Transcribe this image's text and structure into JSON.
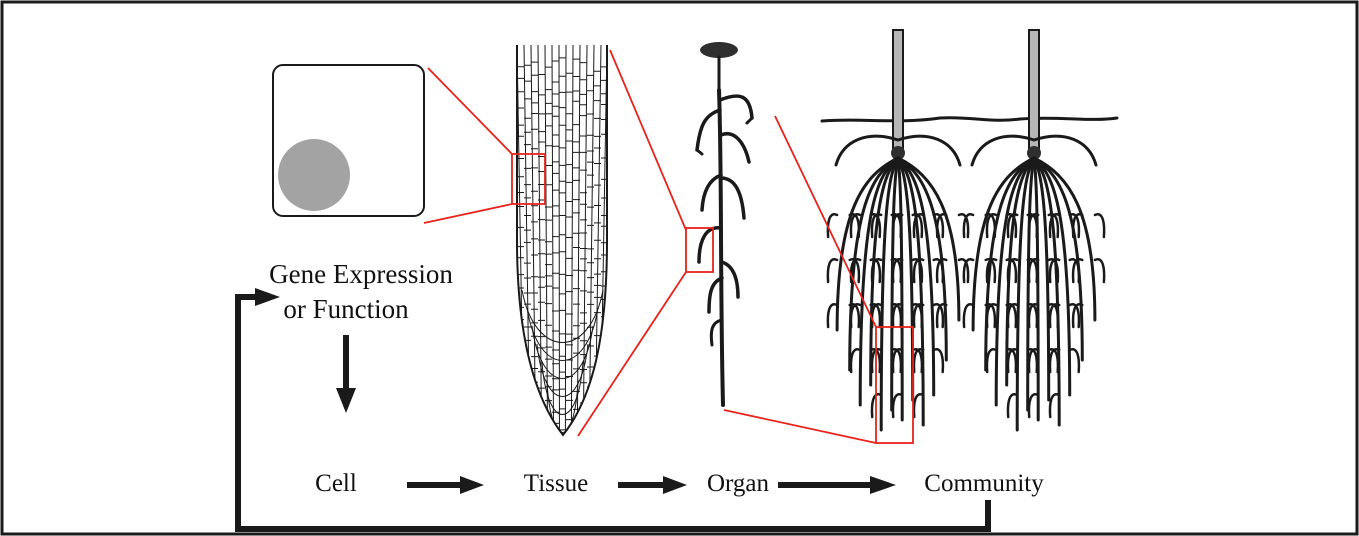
{
  "labels": {
    "gene_line1": "Gene Expression",
    "gene_line2": "or Function",
    "cell": "Cell",
    "tissue": "Tissue",
    "organ": "Organ",
    "community": "Community"
  },
  "colors": {
    "frame": "#1a1a1a",
    "ink": "#1a1a1a",
    "zoom": "#e8231b",
    "nucleus": "#a3a3a4",
    "stem": "#b7b7b7"
  }
}
